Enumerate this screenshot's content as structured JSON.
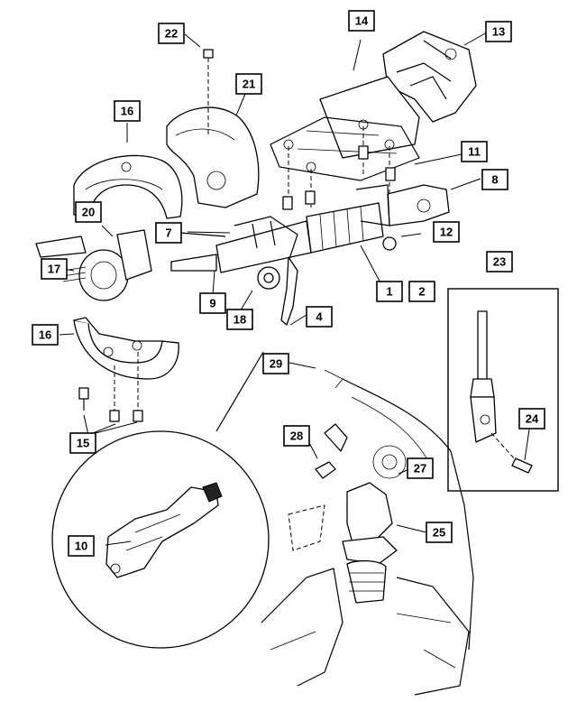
{
  "callouts": {
    "c1": "1",
    "c2": "2",
    "c4": "4",
    "c7": "7",
    "c8": "8",
    "c9": "9",
    "c10": "10",
    "c11": "11",
    "c12": "12",
    "c13": "13",
    "c14": "14",
    "c15": "15",
    "c16a": "16",
    "c16b": "16",
    "c17": "17",
    "c18": "18",
    "c20": "20",
    "c21": "21",
    "c22": "22",
    "c23": "23",
    "c24": "24",
    "c25": "25",
    "c27": "27",
    "c28": "28",
    "c29": "29"
  },
  "colors": {
    "ink": "#000000",
    "paper": "#ffffff"
  }
}
